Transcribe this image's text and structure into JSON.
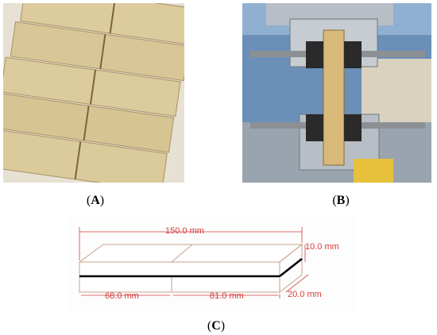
{
  "figure": {
    "panels": [
      {
        "open": "(",
        "letter": "A",
        "close": ")"
      },
      {
        "open": "(",
        "letter": "B",
        "close": ")"
      },
      {
        "open": "(",
        "letter": "C",
        "close": ")"
      }
    ],
    "dimensions": {
      "total_length": "150.0 mm",
      "height": "10.0 mm",
      "left_segment": "68.0 mm",
      "right_segment": "81.0 mm",
      "width": "20.0 mm"
    },
    "colors": {
      "wood": "#d9c99c",
      "dimension": "#d43a3a",
      "background_b": "#6b90b8"
    }
  }
}
